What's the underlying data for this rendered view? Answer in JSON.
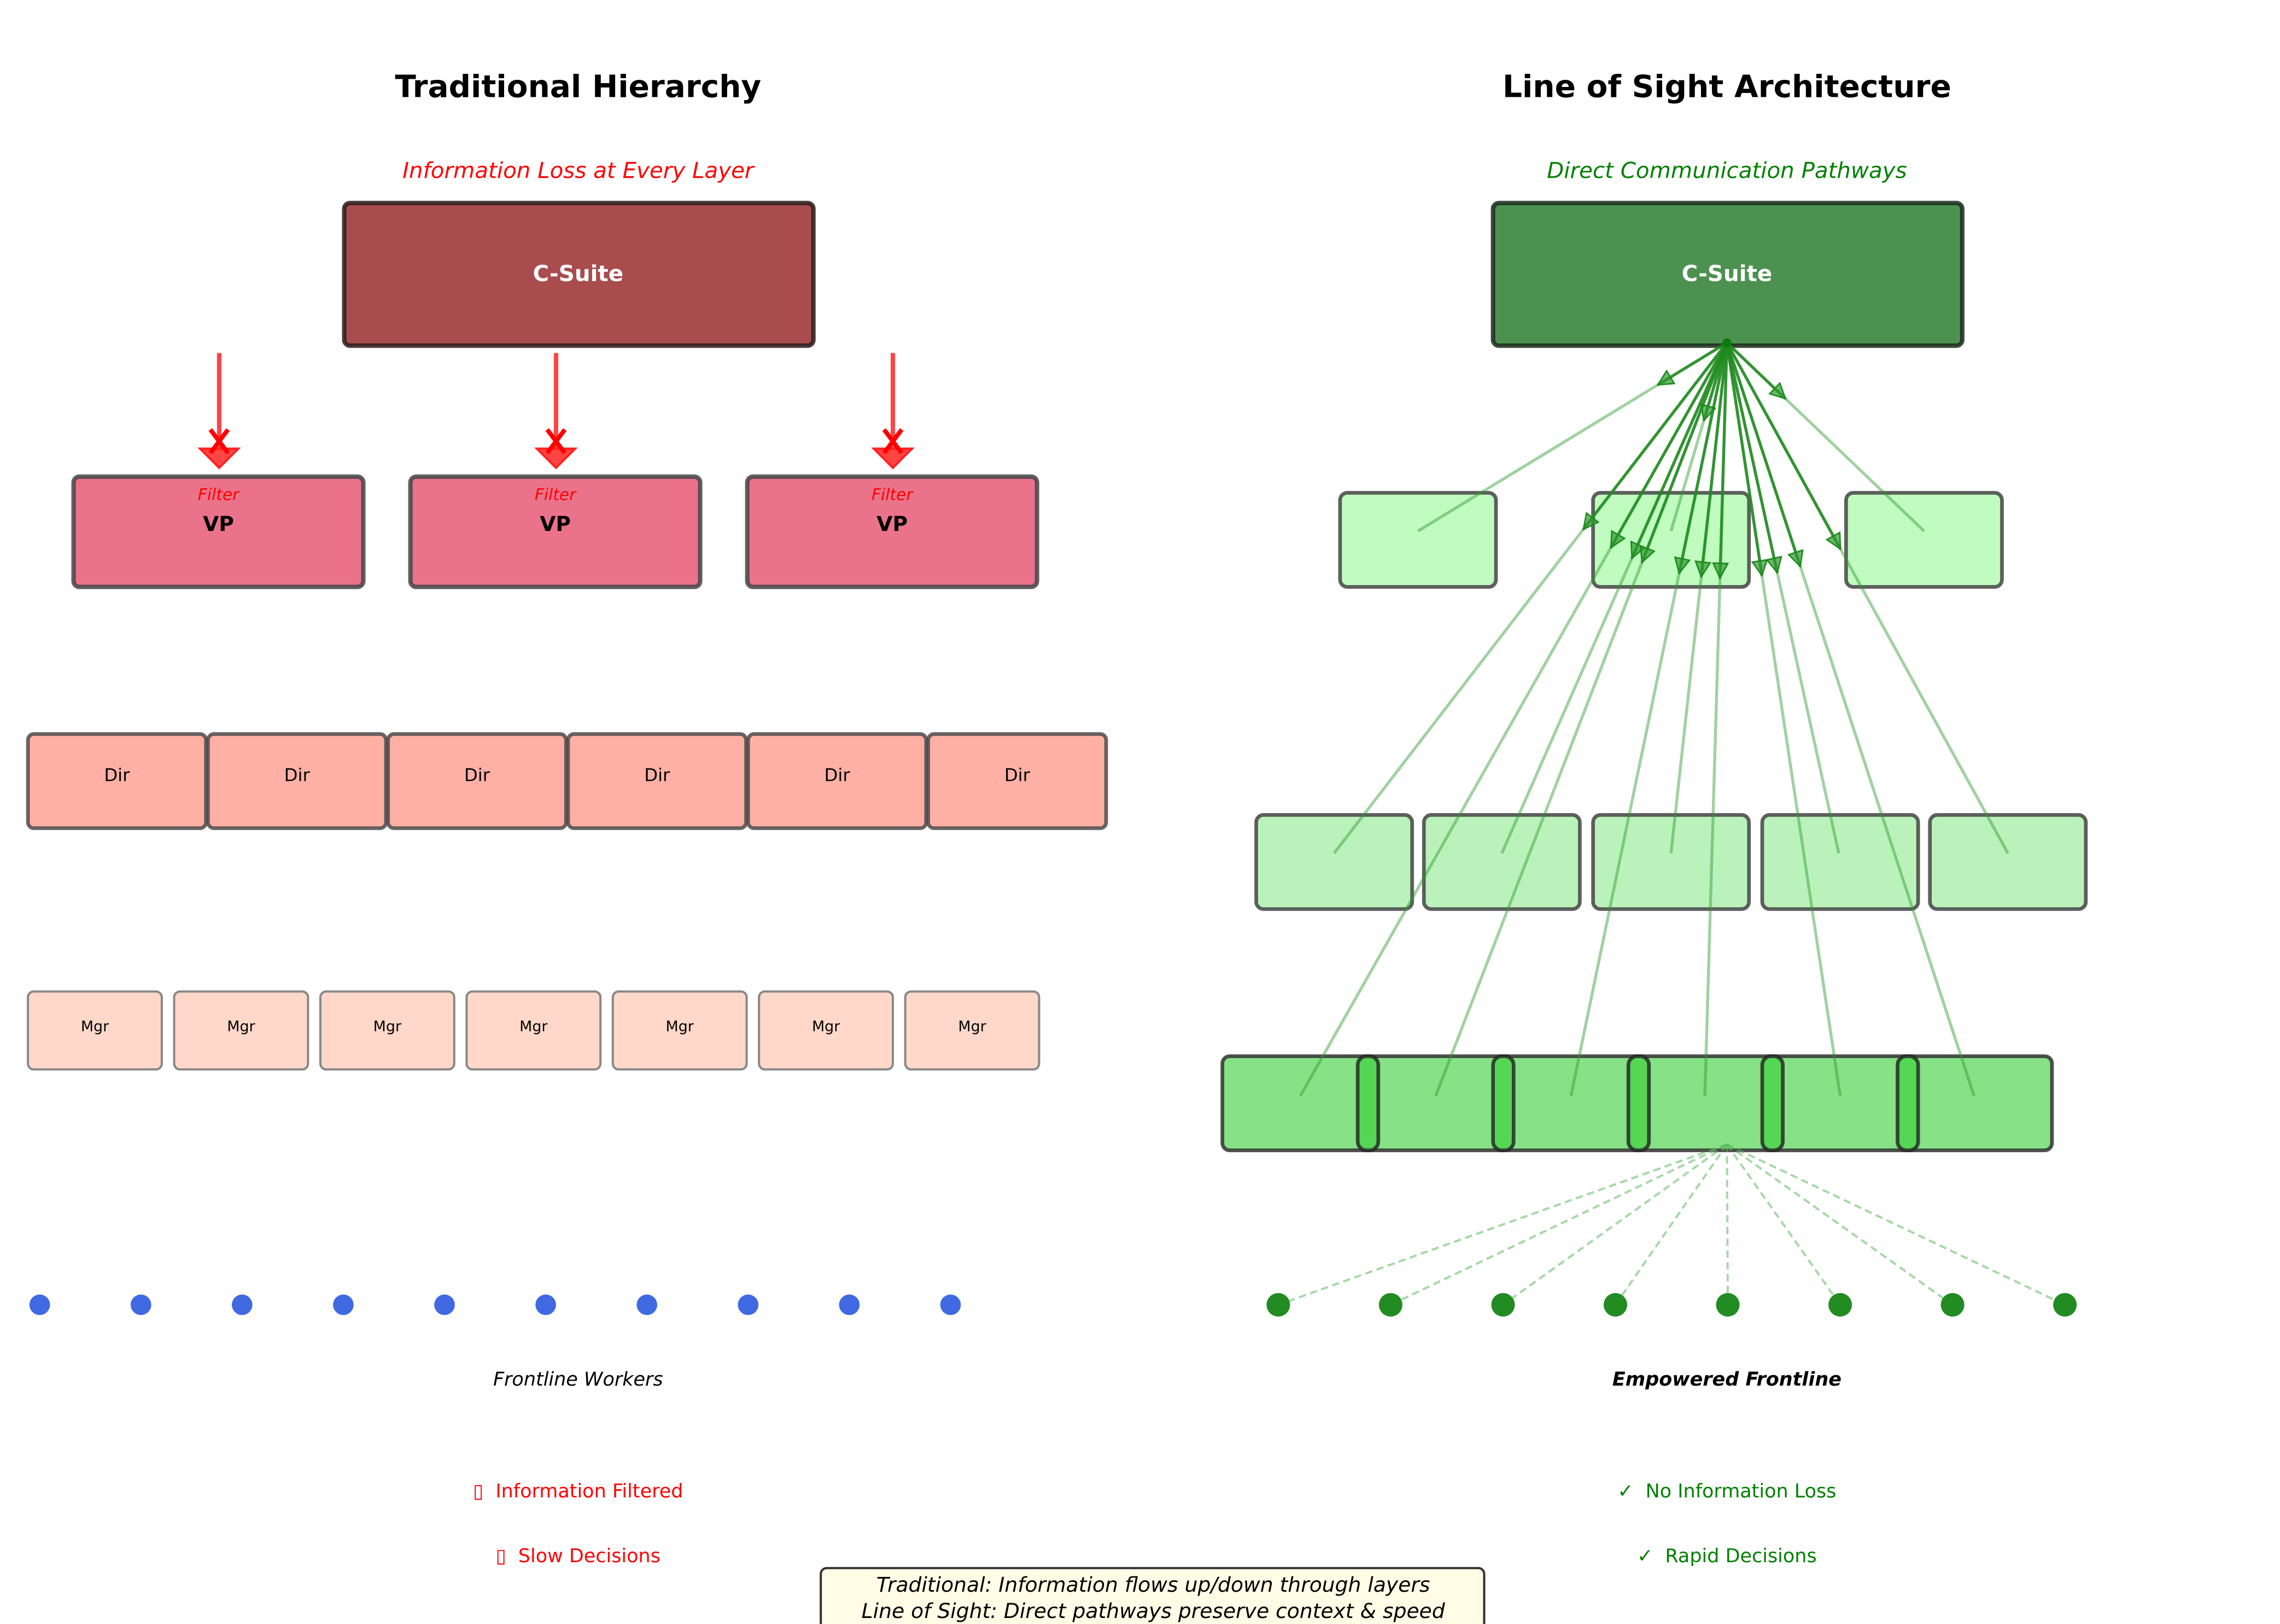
{
  "colors": {
    "traditional_csuite": "#a94c4e",
    "traditional_vp": "#ea728a",
    "traditional_dir": "#ffb0a4",
    "traditional_mgr": "#ffd8ca",
    "traditional_worker": "#4169e1",
    "loss_red": "#ff0000",
    "arrow_red": "#ff4444",
    "los_csuite": "#4d9150",
    "los_level2": "#c0fbc0",
    "los_level3": "#bbf2bb",
    "los_level4": "#87e187",
    "los_level4_connector": "#55d655",
    "los_arrow": "#228b22",
    "los_worker": "#228b22",
    "positive_green": "#008000",
    "legend_bg": "#fffde6"
  },
  "traditional": {
    "title": "Traditional Hierarchy",
    "subtitle": "Information Loss at Every Layer",
    "csuite": {
      "label": "C-Suite"
    },
    "vps": [
      {
        "label": "VP",
        "filter_label": "Filter"
      },
      {
        "label": "VP",
        "filter_label": "Filter"
      },
      {
        "label": "VP",
        "filter_label": "Filter"
      }
    ],
    "directors": [
      {
        "label": "Dir"
      },
      {
        "label": "Dir"
      },
      {
        "label": "Dir"
      },
      {
        "label": "Dir"
      },
      {
        "label": "Dir"
      },
      {
        "label": "Dir"
      }
    ],
    "managers": [
      {
        "label": "Mgr"
      },
      {
        "label": "Mgr"
      },
      {
        "label": "Mgr"
      },
      {
        "label": "Mgr"
      },
      {
        "label": "Mgr"
      },
      {
        "label": "Mgr"
      },
      {
        "label": "Mgr"
      }
    ],
    "frontline_worker_count": 10,
    "frontline_label": "Frontline Workers",
    "outcomes": [
      {
        "icon": "missing-glyph-icon",
        "glyph": "▯",
        "text": "Information Filtered"
      },
      {
        "icon": "missing-glyph-icon",
        "glyph": "▯",
        "text": "Slow Decisions"
      }
    ]
  },
  "line_of_sight": {
    "title": "Line of Sight Architecture",
    "subtitle": "Direct Communication Pathways",
    "csuite": {
      "label": "C-Suite"
    },
    "level2_count": 3,
    "level3_count": 5,
    "level4_count": 6,
    "frontline_worker_count": 8,
    "frontline_label": "Empowered Frontline",
    "outcomes": [
      {
        "icon": "check-icon",
        "glyph": "✓",
        "text": "No Information Loss"
      },
      {
        "icon": "check-icon",
        "glyph": "✓",
        "text": "Rapid Decisions"
      }
    ]
  },
  "legend": {
    "line1": "Traditional: Information flows up/down through layers",
    "line2": "Line of Sight: Direct pathways preserve context & speed"
  }
}
